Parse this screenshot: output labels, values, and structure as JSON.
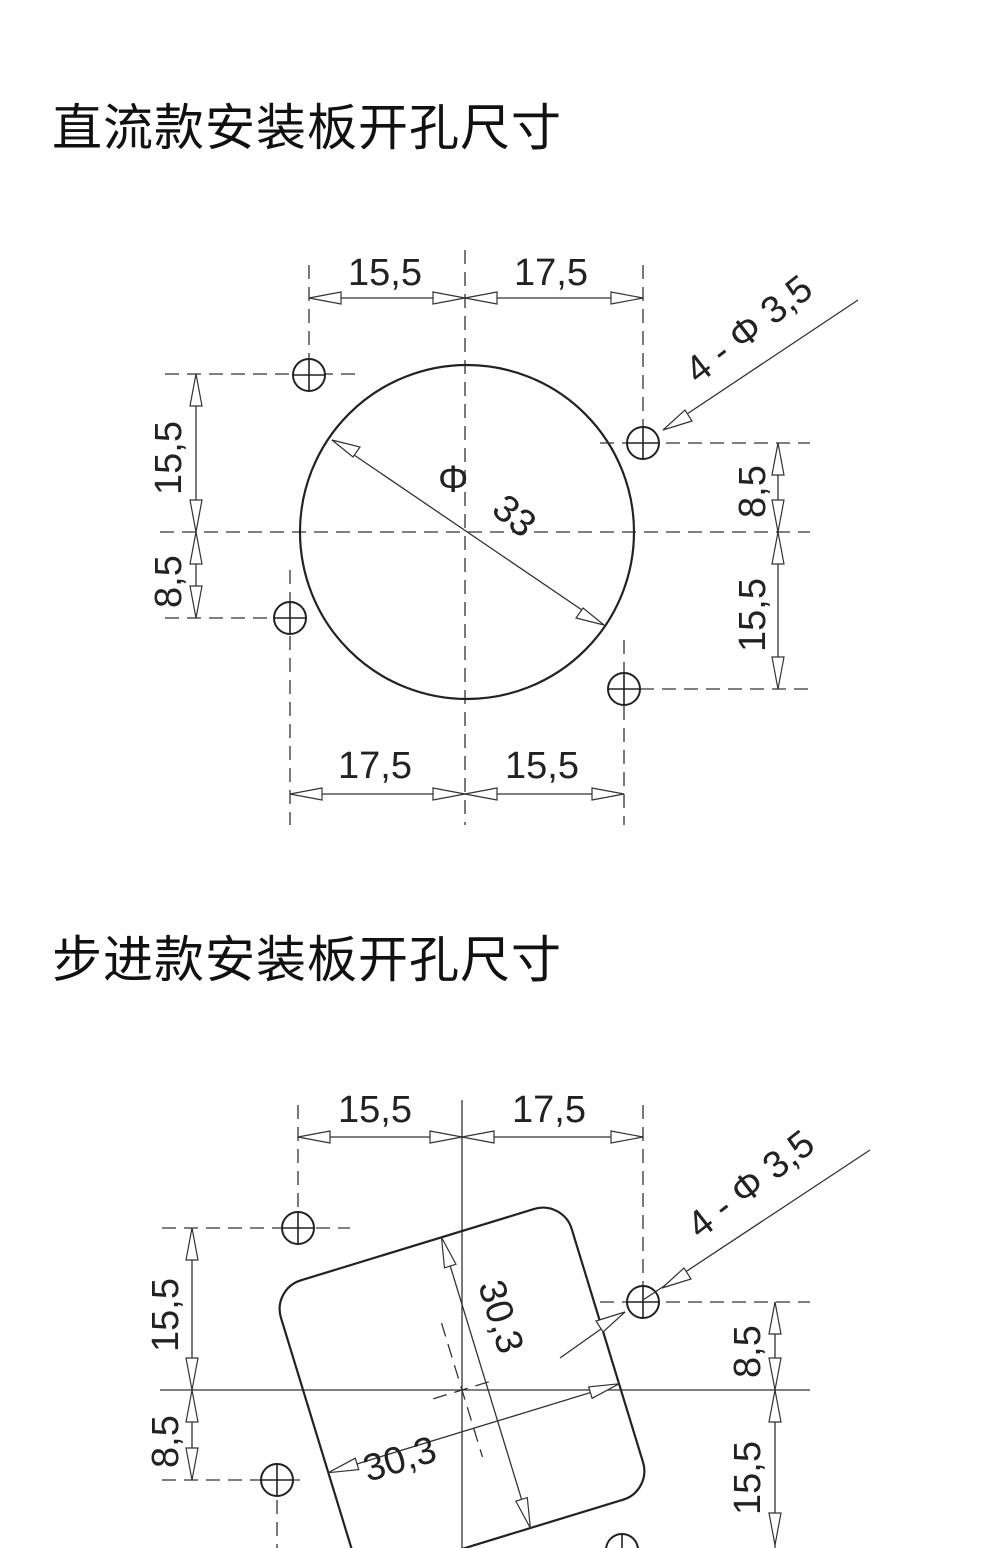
{
  "dc_section": {
    "title": "直流款安装板开孔尺寸",
    "top_left": "15,5",
    "top_right": "17,5",
    "bottom_left": "17,5",
    "bottom_right": "15,5",
    "left_upper": "15,5",
    "left_lower": "8,5",
    "right_upper": "8,5",
    "right_lower": "15,5",
    "hole_note": "4 - Φ 3,5",
    "diameter_symbol": "Φ",
    "diameter": "33"
  },
  "stepper_section": {
    "title": "步进款安装板开孔尺寸",
    "top_left": "15,5",
    "top_right": "17,5",
    "left_upper": "15,5",
    "left_lower": "8,5",
    "right_upper": "8,5",
    "right_lower": "15,5",
    "hole_note": "4 - Φ 3,5",
    "square_a": "30,3",
    "square_b": "30,3"
  }
}
